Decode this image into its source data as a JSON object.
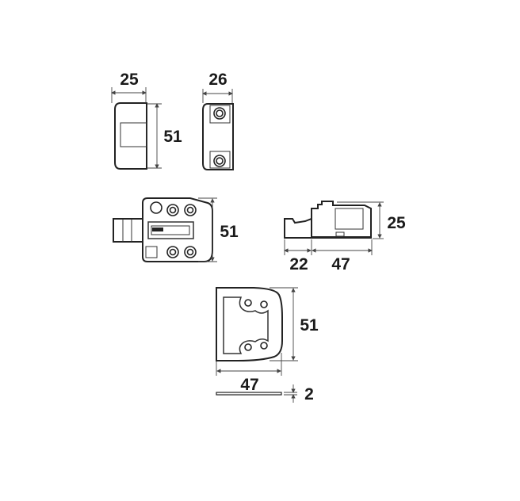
{
  "diagram": {
    "front_view": {
      "width_label": "25",
      "height_label": "51"
    },
    "back_view": {
      "width_label": "26"
    },
    "top_view": {
      "height_label": "51"
    },
    "side_view": {
      "tab_label": "22",
      "body_label": "47",
      "height_label": "25"
    },
    "plate_view": {
      "height_label": "51",
      "width_label": "47",
      "thickness_label": "2"
    }
  }
}
